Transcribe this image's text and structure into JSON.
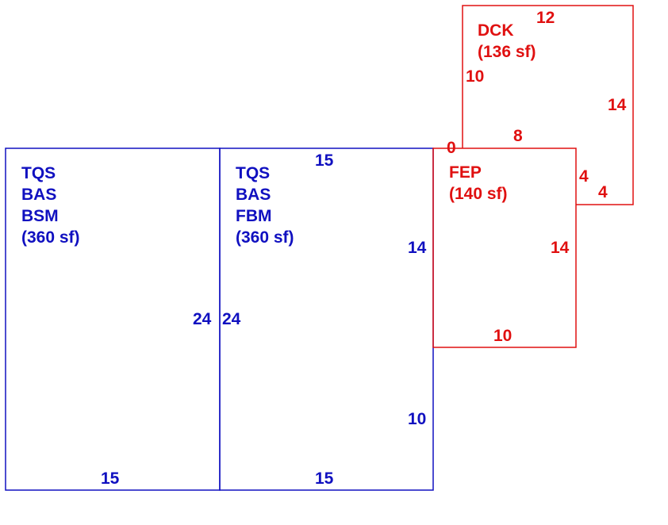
{
  "colors": {
    "blue": "#1010c0",
    "red": "#e01010",
    "background": "#ffffff"
  },
  "areas": [
    {
      "id": "bsm",
      "color": "blue",
      "label_lines": [
        "TQS",
        "BAS",
        "BSM",
        "(360 sf)"
      ],
      "dims": {
        "right": "24",
        "bottom": "15"
      }
    },
    {
      "id": "fbm",
      "color": "blue",
      "label_lines": [
        "TQS",
        "BAS",
        "FBM",
        "(360 sf)"
      ],
      "dims": {
        "left": "24",
        "top": "15",
        "right_upper": "14",
        "right_lower": "10",
        "bottom": "15"
      }
    },
    {
      "id": "fep",
      "color": "red",
      "label_lines": [
        "FEP",
        "(140 sf)"
      ],
      "dims": {
        "top_left": "0",
        "top": "8",
        "right_upper": "4",
        "right": "14",
        "bottom": "10"
      }
    },
    {
      "id": "dck",
      "color": "red",
      "label_lines": [
        "DCK",
        "(136 sf)"
      ],
      "dims": {
        "top": "12",
        "left": "10",
        "right": "14",
        "bottom": "4"
      }
    }
  ]
}
